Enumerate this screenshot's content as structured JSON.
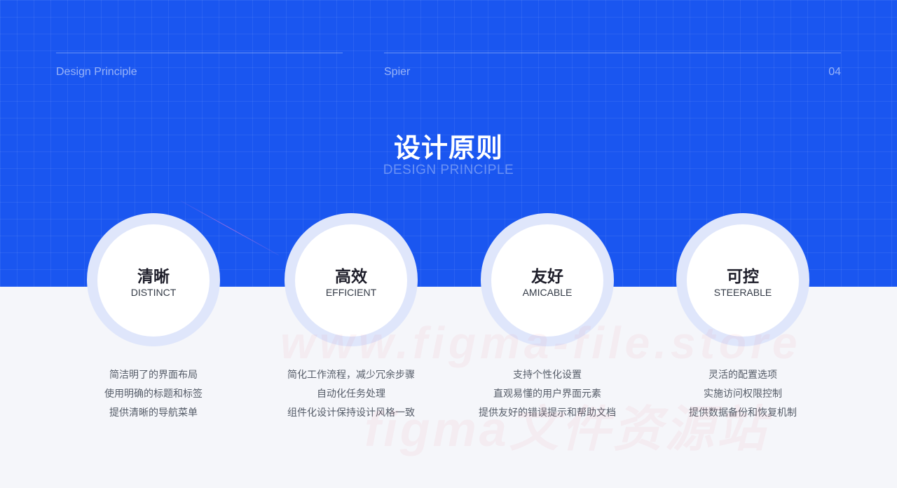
{
  "header": {
    "left": "Design Principle",
    "center": "Spier",
    "page_number": "04"
  },
  "title": "设计原则",
  "subtitle": "DESIGN PRINCIPLE",
  "principles": [
    {
      "name": "清晰",
      "en": "DISTINCT",
      "lines": [
        "简洁明了的界面布局",
        "使用明确的标题和标签",
        "提供清晰的导航菜单"
      ]
    },
    {
      "name": "高效",
      "en": "EFFICIENT",
      "lines": [
        "简化工作流程，减少冗余步骤",
        "自动化任务处理",
        "组件化设计保持设计风格一致"
      ]
    },
    {
      "name": "友好",
      "en": "AMICABLE",
      "lines": [
        "支持个性化设置",
        "直观易懂的用户界面元素",
        "提供友好的错误提示和帮助文档"
      ]
    },
    {
      "name": "可控",
      "en": "STEERABLE",
      "lines": [
        "灵活的配置选项",
        "实施访问权限控制",
        "提供数据备份和恢复机制"
      ]
    }
  ],
  "watermark": {
    "line1": "www.figma-file.store",
    "line2": "figma文件资源站"
  },
  "colors": {
    "primary": "#1a56f0",
    "background": "#f5f6fa",
    "ring": "#dfe6fb"
  }
}
